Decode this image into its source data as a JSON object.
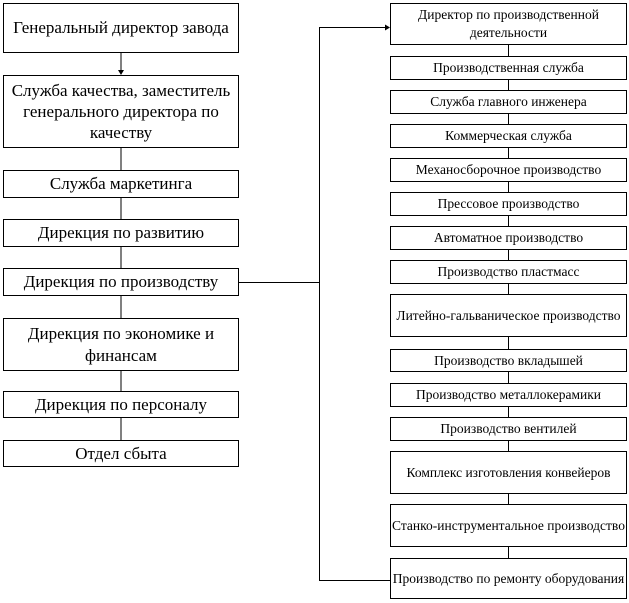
{
  "left_column": [
    "Генеральный директор завода",
    "Служба качества, заместитель генерального директора по качеству",
    "Служба маркетинга",
    "Дирекция по развитию",
    "Дирекция по производству",
    "Дирекция по экономике и финансам",
    "Дирекция по персоналу",
    "Отдел сбыта"
  ],
  "right_column": [
    "Директор по производственной деятельности",
    "Производственная служба",
    "Служба главного инженера",
    "Коммерческая служба",
    "Механосборочное производство",
    "Прессовое производство",
    "Автоматное производство",
    "Производство пластмасс",
    "Литейно-гальваническое производство",
    "Производство вкладышей",
    "Производство металлокерамики",
    "Производство вентилей",
    "Комплекс изготовления конвейеров",
    "Станко-инструментальное производство",
    "Производство по ремонту оборудования"
  ]
}
